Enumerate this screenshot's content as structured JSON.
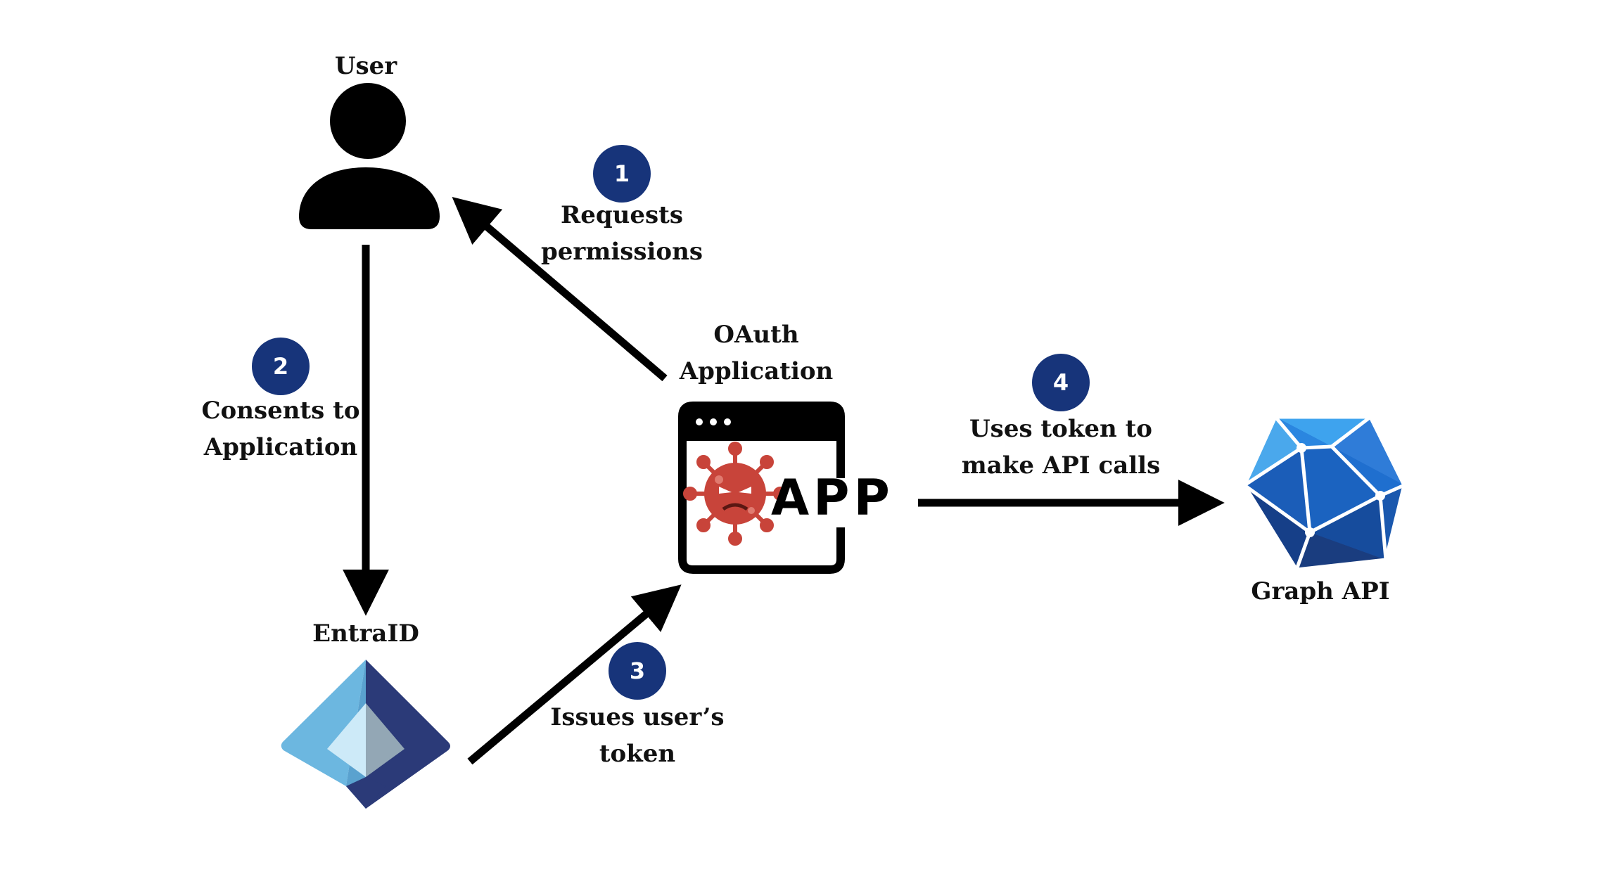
{
  "nodes": {
    "user": {
      "label": "User",
      "icon": "user-icon"
    },
    "entra": {
      "label": "EntraID",
      "icon": "entra-id-logo"
    },
    "oauth_app": {
      "label_line1": "OAuth",
      "label_line2": "Application",
      "icon": "malicious-app-icon",
      "app_text": "APP"
    },
    "graph": {
      "label": "Graph API",
      "icon": "graph-api-logo"
    }
  },
  "steps": [
    {
      "number": "1",
      "line1": "Requests",
      "line2": "permissions"
    },
    {
      "number": "2",
      "line1": "Consents to",
      "line2": "Application"
    },
    {
      "number": "3",
      "line1": "Issues user’s",
      "line2": "token"
    },
    {
      "number": "4",
      "line1": "Uses token to",
      "line2": "make API calls"
    }
  ],
  "colors": {
    "badge": "#17347a",
    "arrow": "#000000",
    "virus": "#c8443a",
    "entra_light": "#6cb7e0",
    "entra_dark": "#2b3a78",
    "graph_blue": "#1d5fc4"
  }
}
